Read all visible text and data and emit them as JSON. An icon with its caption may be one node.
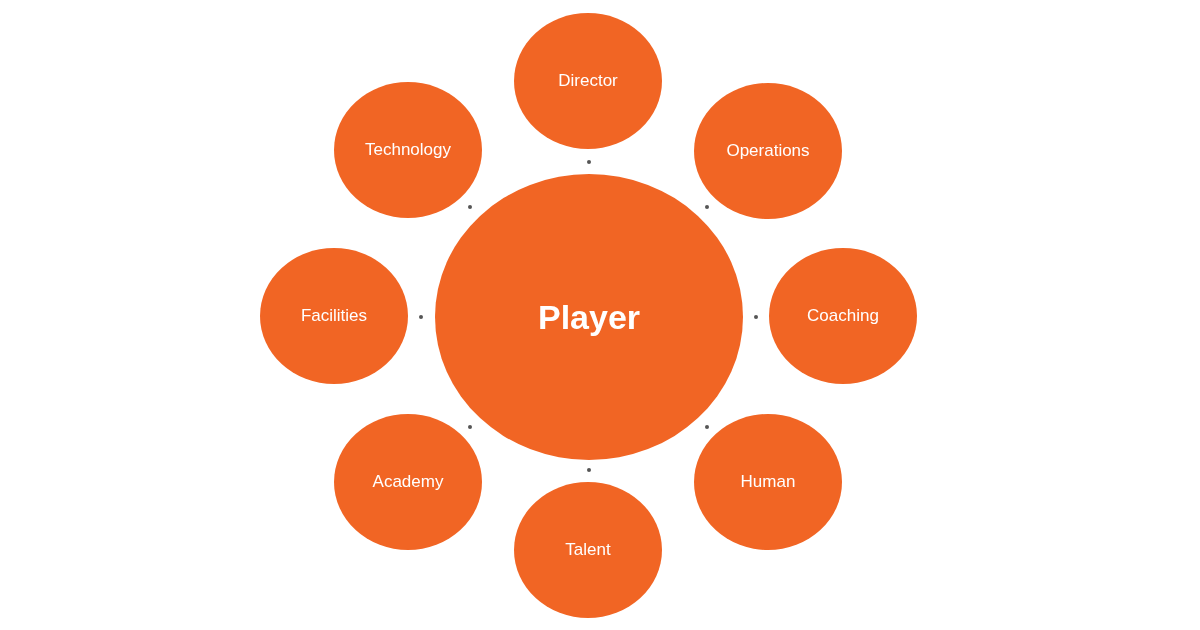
{
  "diagram": {
    "nodes": [
      {
        "text": [
          "Player"
        ]
      },
      {
        "text": [
          "Director"
        ]
      },
      {
        "text": [
          "Operations"
        ]
      },
      {
        "text": [
          "Coaching"
        ]
      },
      {
        "text": [
          "Human"
        ]
      },
      {
        "text": [
          "Talent"
        ]
      },
      {
        "text": [
          "Academy"
        ]
      },
      {
        "text": [
          "Facilities"
        ]
      },
      {
        "text": [
          "Technology"
        ]
      }
    ]
  }
}
